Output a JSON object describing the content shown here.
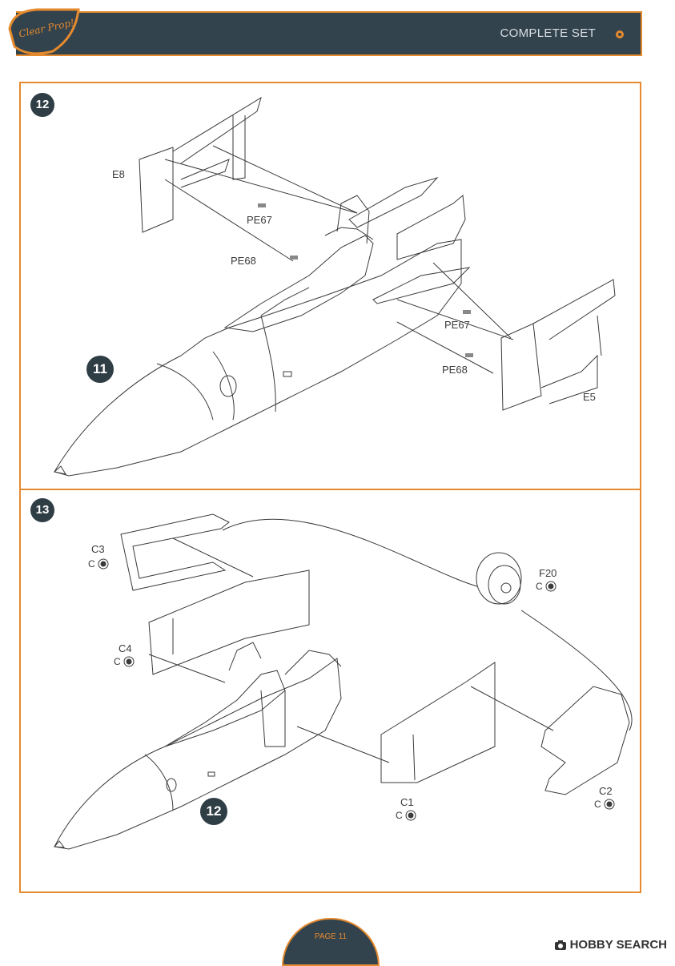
{
  "header": {
    "title": "COMPLETE SET"
  },
  "logo": {
    "text": "Clear Prop!"
  },
  "steps": [
    {
      "number": "12",
      "reference": "11",
      "labels": {
        "e8": "E8",
        "pe67_left": "PE67",
        "pe68_left": "PE68",
        "pe67_right": "PE67",
        "pe68_right": "PE68",
        "e5": "E5"
      }
    },
    {
      "number": "13",
      "reference": "12",
      "labels": {
        "c3": "C3",
        "c4": "C4",
        "f20": "F20",
        "c1": "C1",
        "c2": "C2"
      },
      "glue_marker": "C"
    }
  ],
  "footer": {
    "page_label": "PAGE 11"
  },
  "watermark": {
    "text": "HOBBY SEARCH"
  },
  "colors": {
    "accent": "#e58a2e",
    "dark": "#33434d",
    "line": "#3a3a3a"
  }
}
